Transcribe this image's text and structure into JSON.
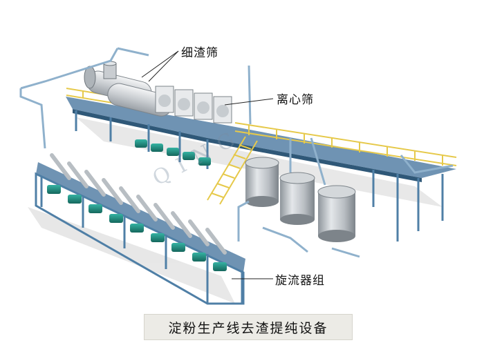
{
  "title": "淀粉生产线去渣提纯设备",
  "callouts": {
    "fine_residue_sieve": "细渣筛",
    "centrifugal_sieve": "离心筛",
    "hydrocyclone_group": "旋流器组"
  },
  "watermark": "QING",
  "colors": {
    "frame": "#4f7fa6",
    "frame_dark": "#2f5878",
    "railing": "#e6c94a",
    "motor": "#1f8c7e",
    "drum": "#d9dde0",
    "tank": "#bfc4c8",
    "pipe": "#8fb1cc"
  }
}
